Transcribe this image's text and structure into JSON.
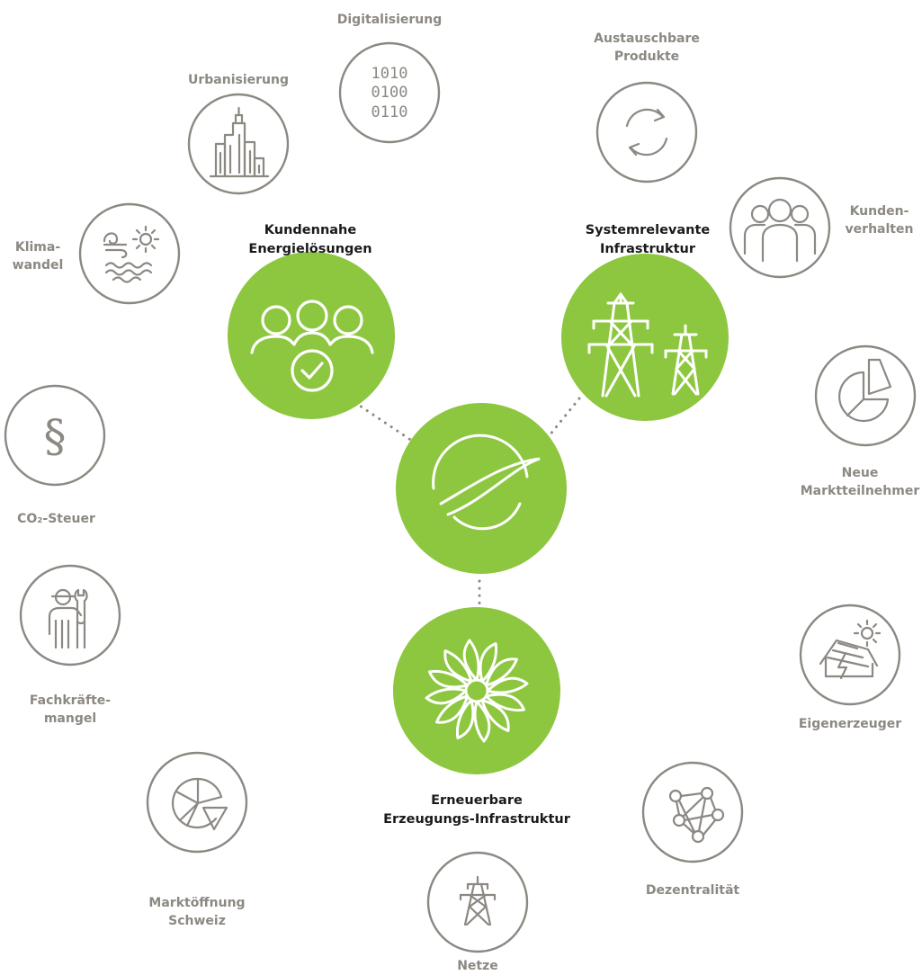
{
  "colors": {
    "green": "#8dc63f",
    "gray": "#8c8882",
    "dark_text": "#1a1a1a"
  },
  "center": {
    "icon": "energy-wave-logo-icon"
  },
  "pillars": [
    {
      "lines": [
        "Kundennahe",
        "Energielösungen"
      ],
      "icon": "customers-check-icon"
    },
    {
      "lines": [
        "Systemrelevante",
        "Infrastruktur"
      ],
      "icon": "power-pylons-icon"
    },
    {
      "lines": [
        "Erneuerbare",
        "Erzeugungs-Infrastruktur"
      ],
      "icon": "wind-turbine-rotor-icon"
    }
  ],
  "drivers": [
    {
      "lines": [
        "Digitalisierung"
      ],
      "icon": "binary-code-icon",
      "binary": [
        "1010",
        "0100",
        "0110"
      ]
    },
    {
      "lines": [
        "Austauschbare",
        "Produkte"
      ],
      "icon": "refresh-cycle-icon"
    },
    {
      "lines": [
        "Kunden-",
        "verhalten"
      ],
      "icon": "customer-group-icon"
    },
    {
      "lines": [
        "Neue",
        "Marktteilnehmer"
      ],
      "icon": "pie-chart-icon"
    },
    {
      "lines": [
        "Eigenerzeuger"
      ],
      "icon": "solar-house-icon"
    },
    {
      "lines": [
        "Dezentralität"
      ],
      "icon": "network-nodes-icon"
    },
    {
      "lines": [
        "Netze"
      ],
      "icon": "pylon-icon"
    },
    {
      "lines": [
        "Marktöffnung",
        "Schweiz"
      ],
      "icon": "market-segments-icon"
    },
    {
      "lines": [
        "Fachkräfte-",
        "mangel"
      ],
      "icon": "worker-wrench-icon"
    },
    {
      "lines": [
        "CO₂-Steuer"
      ],
      "icon": "paragraph-icon",
      "symbol": "§"
    },
    {
      "lines": [
        "Klima-",
        "wandel"
      ],
      "icon": "climate-wind-sun-icon"
    },
    {
      "lines": [
        "Urbanisierung"
      ],
      "icon": "city-buildings-icon"
    }
  ]
}
